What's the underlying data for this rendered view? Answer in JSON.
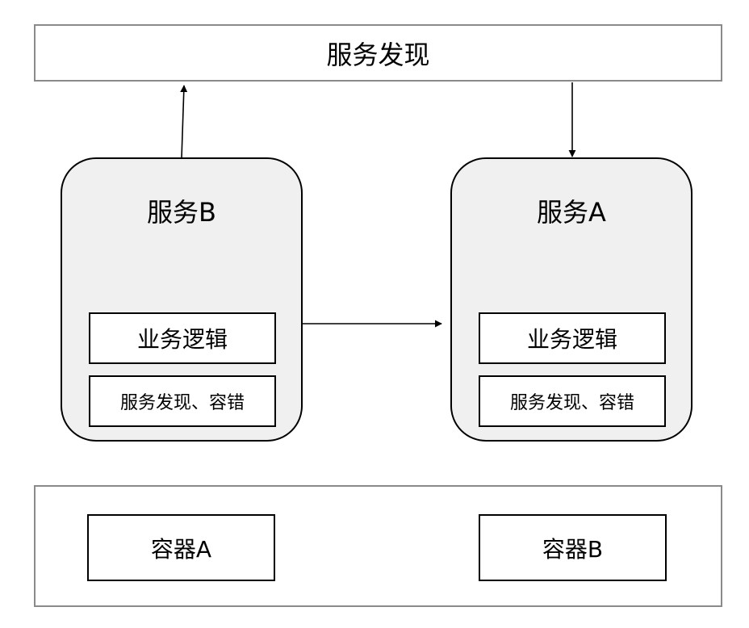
{
  "discovery": {
    "label": "服务发现"
  },
  "service_b": {
    "title": "服务B",
    "logic_label": "业务逻辑",
    "discovery_label": "服务发现、容错"
  },
  "service_a": {
    "title": "服务A",
    "logic_label": "业务逻辑",
    "discovery_label": "服务发现、容错"
  },
  "containers": {
    "a_label": "容器A",
    "b_label": "容器B"
  }
}
